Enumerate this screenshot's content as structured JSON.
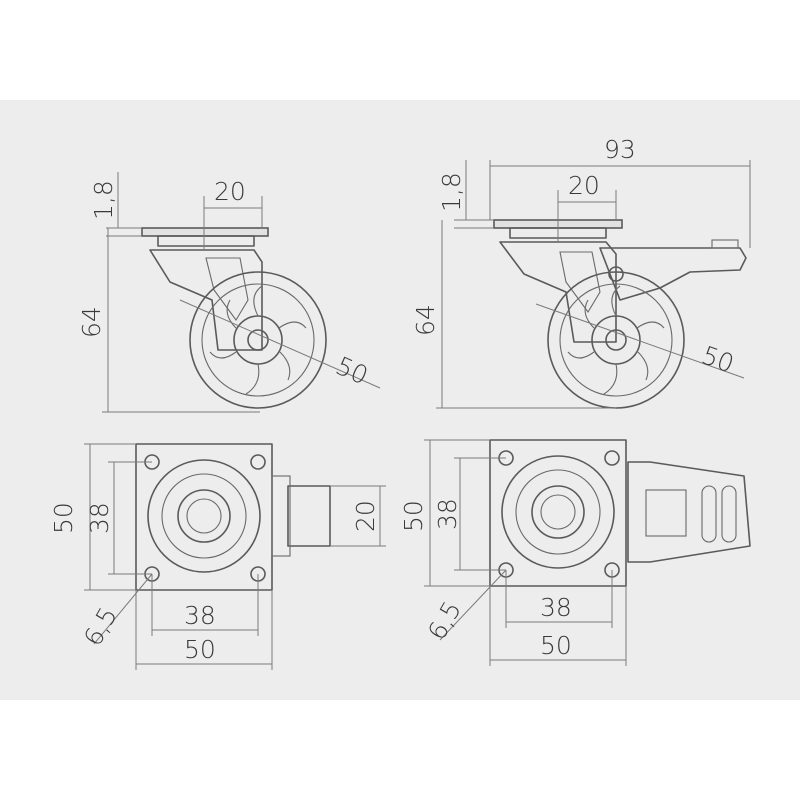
{
  "drawing": {
    "background_color": "#ffffff",
    "frame_color": "#ededed",
    "line_color": "#5a5a5a",
    "dimensions": {
      "top_left": {
        "plate_thickness": "1,8",
        "plate_hole_width": "20",
        "height": "64",
        "wheel_diameter": "50"
      },
      "top_right": {
        "overall_length": "93",
        "plate_thickness": "1,8",
        "plate_hole_width": "20",
        "height": "64",
        "wheel_diameter": "50"
      },
      "bottom_left": {
        "plate_height": "50",
        "hole_spacing_vertical": "38",
        "wheel_width": "20",
        "hole_diameter": "6,5",
        "hole_spacing_horizontal": "38",
        "plate_width": "50"
      },
      "bottom_right": {
        "plate_height": "50",
        "hole_spacing_vertical": "38",
        "hole_diameter": "6,5",
        "hole_spacing_horizontal": "38",
        "plate_width": "50"
      }
    }
  }
}
